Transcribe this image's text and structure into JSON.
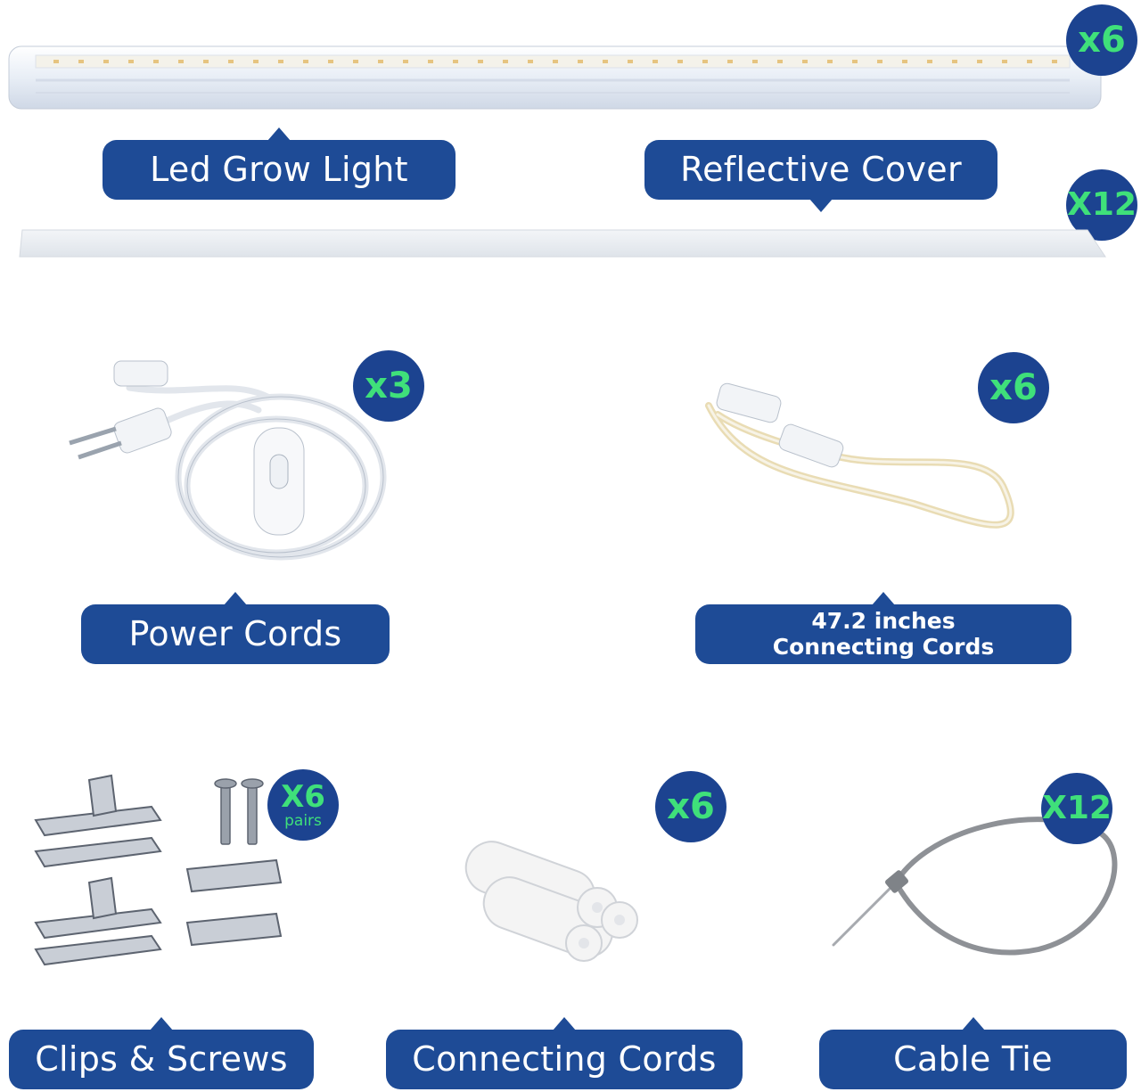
{
  "items": {
    "led_grow_light": {
      "label": "Led Grow Light",
      "qty": "x6"
    },
    "reflective_cover": {
      "label": "Reflective Cover",
      "qty": "X12"
    },
    "power_cords": {
      "label": "Power Cords",
      "qty": "x3"
    },
    "connecting_cords_long": {
      "label_line1": "47.2 inches",
      "label_line2": "Connecting Cords",
      "qty": "x6"
    },
    "clips_screws": {
      "label": "Clips & Screws",
      "qty": "X6",
      "qty_sub": "pairs"
    },
    "connecting_cords": {
      "label": "Connecting Cords",
      "qty": "x6"
    },
    "cable_tie": {
      "label": "Cable Tie",
      "qty": "X12"
    }
  },
  "colors": {
    "label_bg": "#1e4b96",
    "badge_bg": "#1c4390",
    "badge_text": "#3fe07a"
  }
}
